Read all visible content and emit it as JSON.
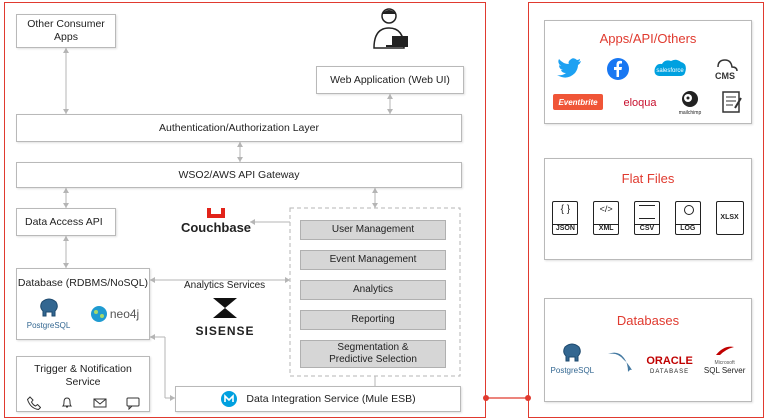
{
  "left": {
    "other_consumer_apps": "Other Consumer Apps",
    "web_application": "Web Application (Web UI)",
    "auth_layer": "Authentication/Authorization Layer",
    "api_gateway": "WSO2/AWS API Gateway",
    "data_access_api": "Data Access API",
    "couchbase": "Couchbase",
    "services": [
      "User Management",
      "Event Management",
      "Analytics",
      "Reporting",
      "Segmentation & Predictive Selection"
    ],
    "database_title": "Database (RDBMS/NoSQL)",
    "postgres": "PostgreSQL",
    "neo4j": "neo4j",
    "analytics_services": "Analytics Services",
    "sisense": "SISENSE",
    "trigger_title": "Trigger & Notification Service",
    "data_integration": "Data Integration Service (Mule ESB)"
  },
  "right": {
    "apps_title": "Apps/API/Others",
    "apps_logos": [
      "twitter",
      "facebook",
      "salesforce",
      "CMS",
      "Eventbrite",
      "eloqua",
      "mailchimp",
      "document"
    ],
    "flat_title": "Flat Files",
    "file_types": [
      "JSON",
      "XML",
      "CSV",
      "LOG",
      "XLSX"
    ],
    "db_title": "Databases",
    "db_logos": [
      "PostgreSQL",
      "ORACLE",
      "DATABASE",
      "SQL Server",
      "Microsoft"
    ]
  }
}
